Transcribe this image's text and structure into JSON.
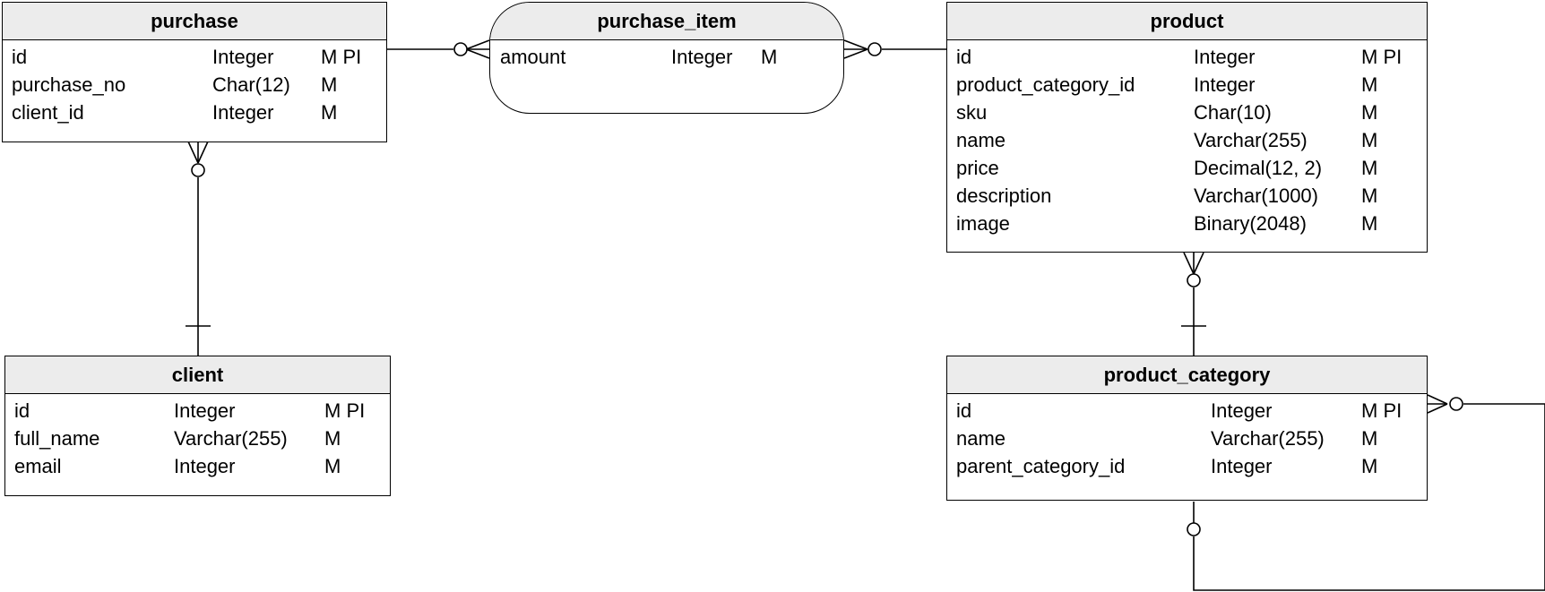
{
  "entities": {
    "purchase": {
      "name": "purchase",
      "attributes": [
        {
          "name": "id",
          "type": "Integer",
          "flags": "M PI"
        },
        {
          "name": "purchase_no",
          "type": "Char(12)",
          "flags": "M"
        },
        {
          "name": "client_id",
          "type": "Integer",
          "flags": "M"
        }
      ]
    },
    "purchase_item": {
      "name": "purchase_item",
      "attributes": [
        {
          "name": "amount",
          "type": "Integer",
          "flags": "M"
        }
      ]
    },
    "product": {
      "name": "product",
      "attributes": [
        {
          "name": "id",
          "type": "Integer",
          "flags": "M PI"
        },
        {
          "name": "product_category_id",
          "type": "Integer",
          "flags": "M"
        },
        {
          "name": "sku",
          "type": "Char(10)",
          "flags": "M"
        },
        {
          "name": "name",
          "type": "Varchar(255)",
          "flags": "M"
        },
        {
          "name": "price",
          "type": "Decimal(12, 2)",
          "flags": "M"
        },
        {
          "name": "description",
          "type": "Varchar(1000)",
          "flags": "M"
        },
        {
          "name": "image",
          "type": "Binary(2048)",
          "flags": "M"
        }
      ]
    },
    "client": {
      "name": "client",
      "attributes": [
        {
          "name": "id",
          "type": "Integer",
          "flags": "M PI"
        },
        {
          "name": "full_name",
          "type": "Varchar(255)",
          "flags": "M"
        },
        {
          "name": "email",
          "type": "Integer",
          "flags": "M"
        }
      ]
    },
    "product_category": {
      "name": "product_category",
      "attributes": [
        {
          "name": "id",
          "type": "Integer",
          "flags": "M PI"
        },
        {
          "name": "name",
          "type": "Varchar(255)",
          "flags": "M"
        },
        {
          "name": "parent_category_id",
          "type": "Integer",
          "flags": "M"
        }
      ]
    }
  },
  "relationships": [
    {
      "from": "purchase",
      "to": "purchase_item",
      "from_end": "one",
      "to_end": "zero-or-many"
    },
    {
      "from": "purchase_item",
      "to": "product",
      "from_end": "zero-or-many",
      "to_end": "one"
    },
    {
      "from": "client",
      "to": "purchase",
      "from_end": "one",
      "to_end": "zero-or-many"
    },
    {
      "from": "product_category",
      "to": "product",
      "from_end": "one",
      "to_end": "zero-or-many"
    },
    {
      "from": "product_category",
      "to": "product_category",
      "from_end": "zero-or-one",
      "to_end": "zero-or-many"
    }
  ],
  "colors": {
    "header_bg": "#ececec",
    "line": "#000000",
    "background": "#ffffff"
  }
}
